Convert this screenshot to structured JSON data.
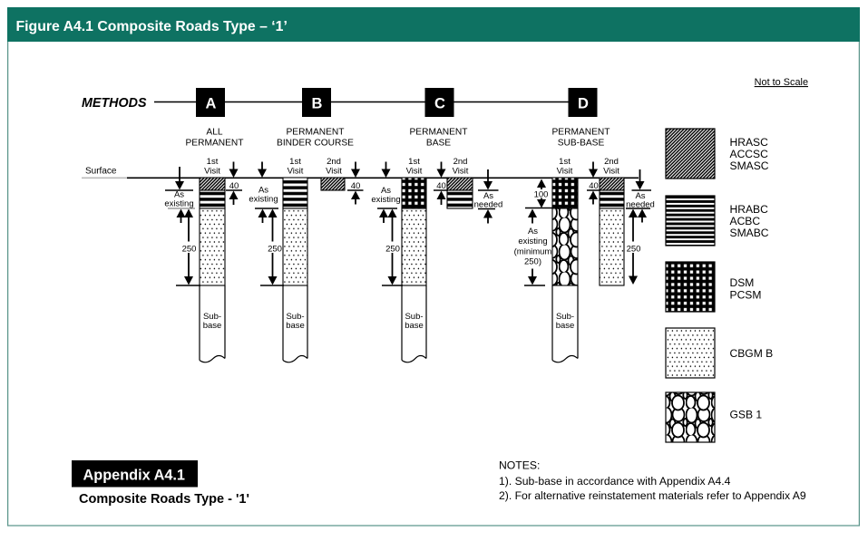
{
  "page": {
    "title": "Figure A4.1 Composite Roads Type – ‘1’",
    "scale_note": "Not to Scale",
    "colors": {
      "teal": "#0e7262",
      "frame": "#5e978d"
    }
  },
  "methods_row": {
    "label": "METHODS",
    "items": [
      {
        "letter": "A",
        "caption1": "ALL",
        "caption2": "PERMANENT"
      },
      {
        "letter": "B",
        "caption1": "PERMANENT",
        "caption2": "BINDER COURSE"
      },
      {
        "letter": "C",
        "caption1": "PERMANENT",
        "caption2": "BASE"
      },
      {
        "letter": "D",
        "caption1": "PERMANENT",
        "caption2": "SUB-BASE"
      }
    ]
  },
  "diagram": {
    "surface_label": "Surface",
    "visit_first": "1st",
    "visit_second": "2nd",
    "visit_word": "Visit",
    "dim_40": "40",
    "dim_100": "100",
    "dim_250": "250",
    "as_word": "As",
    "existing_word": "existing",
    "needed_word": "needed",
    "minimum_line1": "(minimum",
    "minimum_line2": "250)",
    "subbase_line1": "Sub-",
    "subbase_line2": "base"
  },
  "legend": {
    "items": [
      {
        "pattern": "diagonal-hatch",
        "line1": "HRASC",
        "line2": "ACCSC",
        "line3": "SMASC"
      },
      {
        "pattern": "horizontal-stripes",
        "line1": "HRABC",
        "line2": "ACBC",
        "line3": "SMABC"
      },
      {
        "pattern": "grid-blocks",
        "line1": "DSM",
        "line2": "PCSM"
      },
      {
        "pattern": "dotted",
        "line1": "CBGM B"
      },
      {
        "pattern": "cobbles",
        "line1": "GSB 1"
      }
    ]
  },
  "notes": {
    "heading": "NOTES:",
    "note1": "1). Sub-base in accordance with Appendix A4.4",
    "note2": "2). For alternative reinstatement materials refer to Appendix A9"
  },
  "footer": {
    "appendix_label": "Appendix A4.1",
    "caption": "Composite Roads Type - '1'"
  }
}
